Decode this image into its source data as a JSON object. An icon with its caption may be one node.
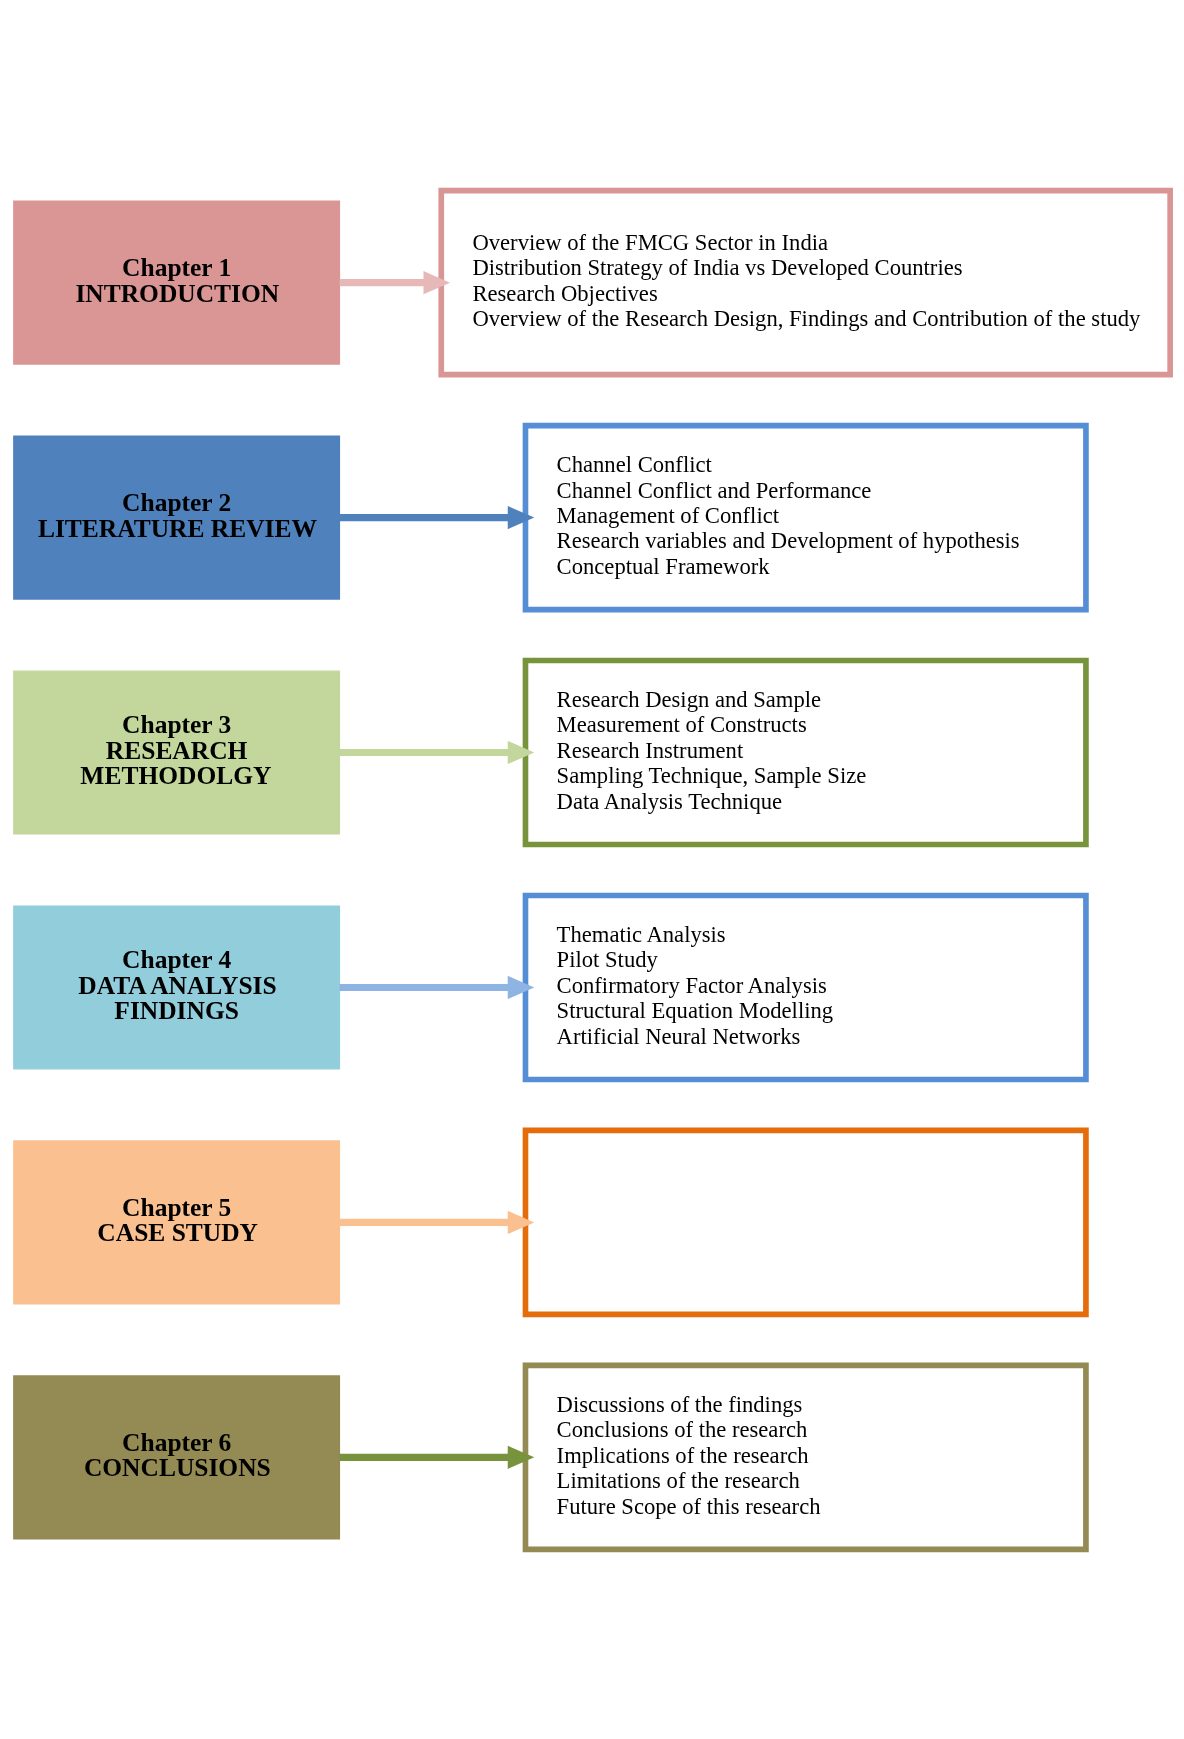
{
  "diagram": {
    "nodes": [
      {
        "text": [
          "Chapter 1",
          "INTRODUCTION"
        ]
      },
      {
        "text": [
          "Overview of the FMCG Sector in India",
          "Distribution Strategy of India vs Developed Countries",
          "Research Objectives",
          "Overview of the Research Design, Findings and Contribution of the study"
        ]
      },
      {
        "text": [
          "Chapter 2",
          "LITERATURE REVIEW"
        ]
      },
      {
        "text": [
          "Channel Conflict",
          "Channel Conflict and Performance",
          "Management of Conflict",
          "Research variables and Development of hypothesis",
          "Conceptual Framework"
        ]
      },
      {
        "text": [
          "Chapter 3",
          "RESEARCH",
          "METHODOLGY"
        ]
      },
      {
        "text": [
          "Research Design and Sample",
          "Measurement of Constructs",
          "Research Instrument",
          "Sampling Technique, Sample Size",
          "Data Analysis Technique"
        ]
      },
      {
        "text": [
          "Chapter 4",
          "DATA ANALYSIS",
          "FINDINGS"
        ]
      },
      {
        "text": [
          "Thematic Analysis",
          "Pilot Study",
          "Confirmatory Factor Analysis",
          "Structural Equation Modelling",
          "Artificial Neural Networks"
        ]
      },
      {
        "text": [
          "Chapter 5",
          "CASE STUDY"
        ]
      },
      {
        "text": [],
        "shape": "box"
      },
      {
        "text": [
          "Chapter 6",
          "CONCLUSIONS"
        ]
      },
      {
        "text": [
          "Discussions of the findings",
          "Conclusions of the research",
          "Implications of the research",
          "Limitations of the research",
          "Future Scope of this research"
        ]
      }
    ],
    "edges": [
      {
        "from": 0,
        "to": 1,
        "arrow": "to",
        "color": "#e6b9b8"
      },
      {
        "from": 2,
        "to": 3,
        "arrow": "to",
        "color": "#4f81bd"
      },
      {
        "from": 4,
        "to": 5,
        "arrow": "to",
        "color": "#c3d69b"
      },
      {
        "from": 6,
        "to": 7,
        "arrow": "to",
        "color": "#8eb4e3"
      },
      {
        "from": 8,
        "to": 9,
        "arrow": "to",
        "color": "#fac090"
      },
      {
        "from": 10,
        "to": 11,
        "arrow": "to",
        "color": "#77933c"
      }
    ]
  }
}
